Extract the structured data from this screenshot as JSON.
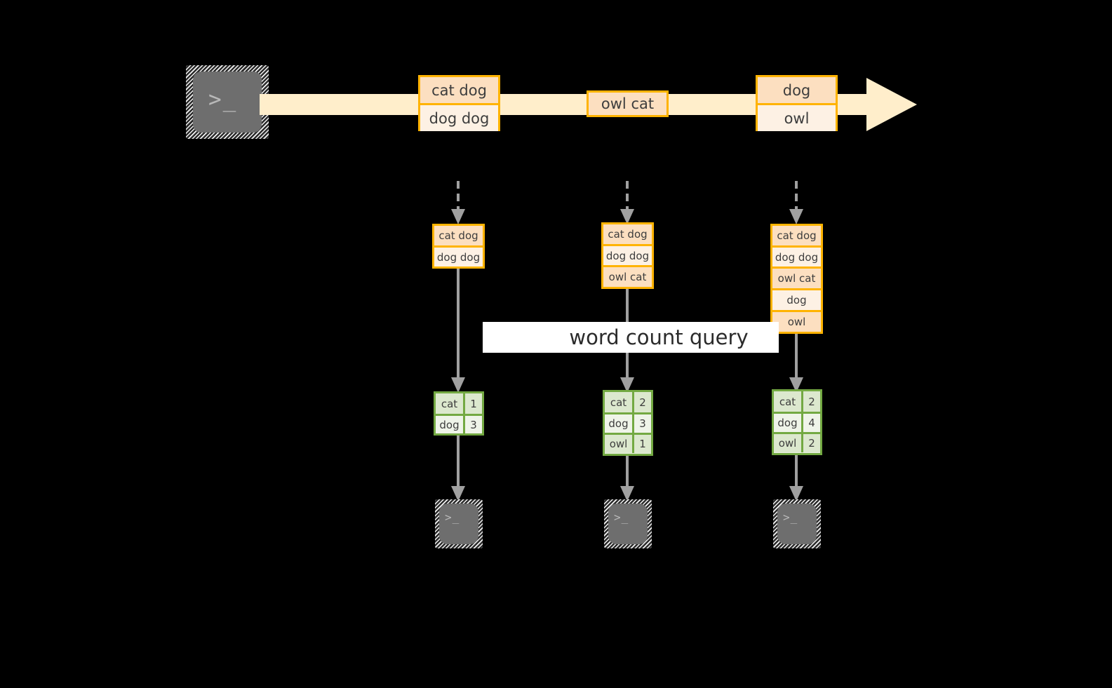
{
  "diagram": {
    "title_label": "word count query",
    "colors": {
      "stream_fill": "#FFEECB",
      "box_border": "#FFB300",
      "box_fill_dark": "#FCDFC0",
      "box_fill_light": "#FDF1E4",
      "table_border": "#73A942",
      "table_fill_dark": "#DCE8CE",
      "table_fill_light": "#EFF4E9",
      "arrow_grey": "#A0A0A0",
      "terminal_grey": "#6E6E6E",
      "background": "#000000"
    },
    "terminal_icon_glyph": ">_",
    "stream": {
      "source_name": "terminal-producer",
      "events": [
        {
          "lines": [
            "cat dog",
            "dog dog"
          ]
        },
        {
          "lines": [
            "owl cat"
          ]
        },
        {
          "lines": [
            "dog",
            "owl"
          ]
        }
      ]
    },
    "snapshots": [
      {
        "lines": [
          "cat dog",
          "dog dog"
        ]
      },
      {
        "lines": [
          "cat dog",
          "dog dog",
          "owl cat"
        ]
      },
      {
        "lines": [
          "cat dog",
          "dog dog",
          "owl cat",
          "dog",
          "owl"
        ]
      }
    ],
    "results": [
      {
        "rows": [
          {
            "word": "cat",
            "count": "1"
          },
          {
            "word": "dog",
            "count": "3"
          }
        ]
      },
      {
        "rows": [
          {
            "word": "cat",
            "count": "2"
          },
          {
            "word": "dog",
            "count": "3"
          },
          {
            "word": "owl",
            "count": "1"
          }
        ]
      },
      {
        "rows": [
          {
            "word": "cat",
            "count": "2"
          },
          {
            "word": "dog",
            "count": "4"
          },
          {
            "word": "owl",
            "count": "2"
          }
        ]
      }
    ],
    "consumers": [
      {
        "name": "terminal-consumer-1"
      },
      {
        "name": "terminal-consumer-2"
      },
      {
        "name": "terminal-consumer-3"
      }
    ]
  }
}
